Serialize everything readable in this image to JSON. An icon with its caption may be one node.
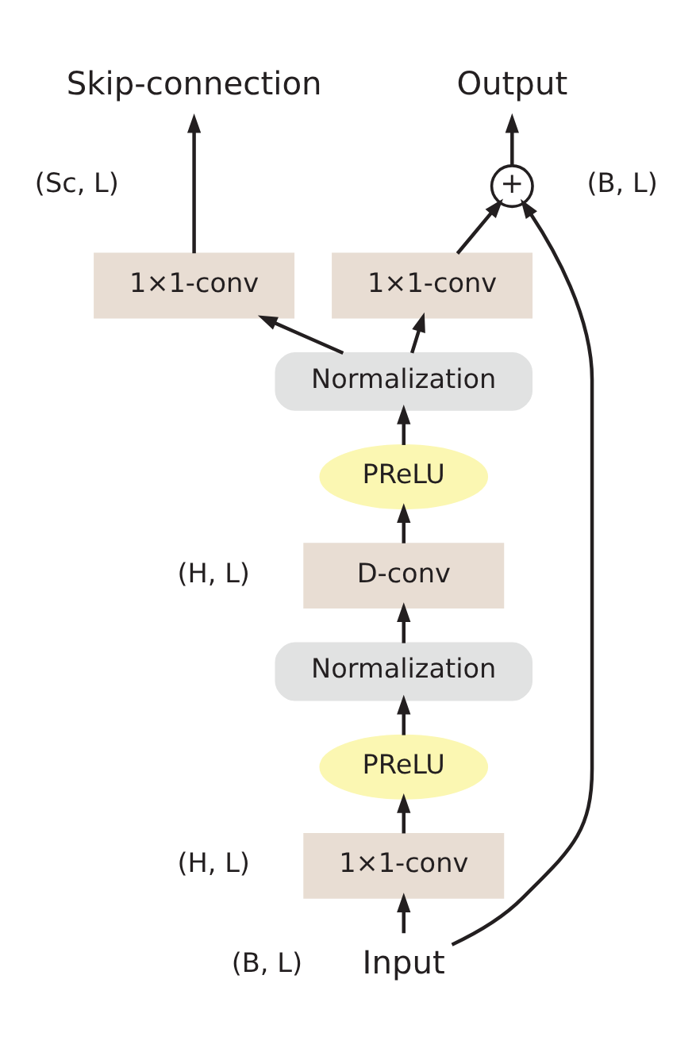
{
  "diagram": {
    "nodes": [
      {
        "text": [
          "Skip-connection"
        ]
      },
      {
        "text": [
          "Output"
        ]
      },
      {
        "text": [
          "1×1-conv"
        ]
      },
      {
        "text": [
          "+"
        ]
      },
      {
        "text": [
          "1×1-conv"
        ]
      },
      {
        "text": [
          "Normalization"
        ]
      },
      {
        "text": [
          "PReLU"
        ]
      },
      {
        "text": [
          "D-conv"
        ]
      },
      {
        "text": [
          "Normalization"
        ]
      },
      {
        "text": [
          "PReLU"
        ]
      },
      {
        "text": [
          "1×1-conv"
        ]
      },
      {
        "text": [
          "Input"
        ]
      }
    ],
    "edges": [
      {
        "from": 11,
        "to": 10,
        "arrow": "to"
      },
      {
        "from": 11,
        "to": 3,
        "arrow": "to"
      },
      {
        "from": 10,
        "to": 9,
        "arrow": "to"
      },
      {
        "from": 9,
        "to": 8,
        "arrow": "to"
      },
      {
        "from": 8,
        "to": 7,
        "arrow": "to"
      },
      {
        "from": 7,
        "to": 6,
        "arrow": "to"
      },
      {
        "from": 6,
        "to": 5,
        "arrow": "to"
      },
      {
        "from": 5,
        "to": 2,
        "arrow": "to"
      },
      {
        "from": 5,
        "to": 4,
        "arrow": "to"
      },
      {
        "from": 2,
        "to": 0,
        "arrow": "to"
      },
      {
        "from": 4,
        "to": 3,
        "arrow": "to"
      },
      {
        "from": 3,
        "to": 1,
        "arrow": "to"
      }
    ],
    "labels": [
      "(Sc, L)",
      "(B, L)",
      "(H, L)",
      "(H, L)",
      "(B, L)"
    ]
  }
}
